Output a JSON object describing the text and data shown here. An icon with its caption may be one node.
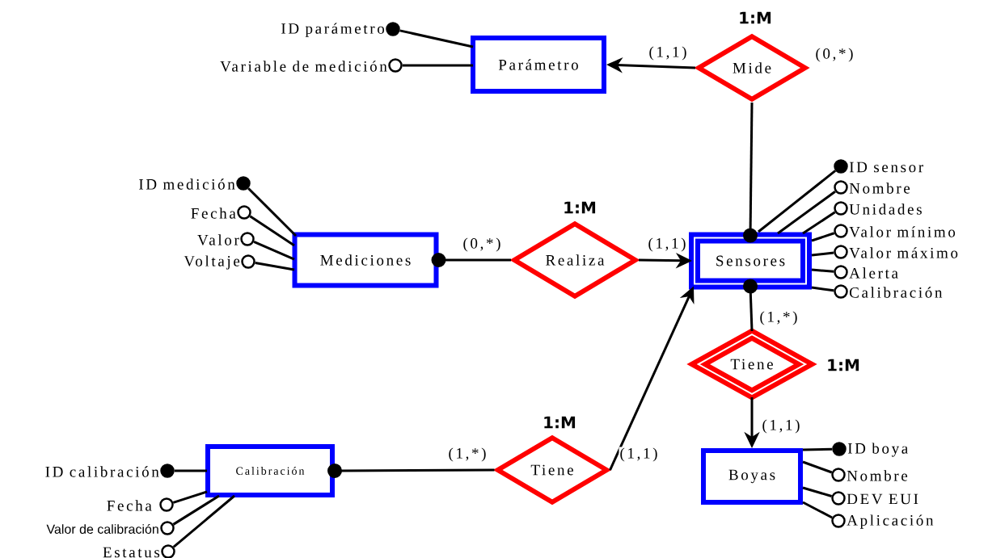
{
  "diagram": {
    "nodes": [
      {
        "text": [],
        "shape": "dot",
        "beside": [
          "ID parámetro"
        ]
      },
      {
        "text": [],
        "shape": "circle",
        "beside": [
          "Variable de medición"
        ]
      },
      {
        "text": [
          "Parámetro"
        ]
      },
      {
        "text": [
          "Mide"
        ],
        "beside": [
          "1:M"
        ]
      },
      {
        "text": [],
        "shape": "dot",
        "beside": [
          "ID medición"
        ]
      },
      {
        "text": [],
        "shape": "circle",
        "beside": [
          "Fecha"
        ]
      },
      {
        "text": [],
        "shape": "circle",
        "beside": [
          "Valor"
        ]
      },
      {
        "text": [],
        "shape": "circle",
        "beside": [
          "Voltaje"
        ]
      },
      {
        "text": [
          "Mediciones"
        ]
      },
      {
        "text": [
          "Realiza"
        ],
        "beside": [
          "1:M"
        ]
      },
      {
        "text": [
          "Sensores"
        ]
      },
      {
        "text": [],
        "shape": "dot",
        "beside": [
          "ID sensor"
        ]
      },
      {
        "text": [],
        "shape": "circle",
        "beside": [
          "Nombre"
        ]
      },
      {
        "text": [],
        "shape": "circle",
        "beside": [
          "Unidades"
        ]
      },
      {
        "text": [],
        "shape": "circle",
        "beside": [
          "Valor mínimo"
        ]
      },
      {
        "text": [],
        "shape": "circle",
        "beside": [
          "Valor máximo"
        ]
      },
      {
        "text": [],
        "shape": "circle",
        "beside": [
          "Alerta"
        ]
      },
      {
        "text": [],
        "shape": "circle",
        "beside": [
          "Calibración"
        ]
      },
      {
        "text": [
          "Tiene"
        ],
        "beside": [
          "1:M"
        ]
      },
      {
        "text": [],
        "shape": "dot",
        "beside": [
          "ID calibración"
        ]
      },
      {
        "text": [],
        "shape": "circle",
        "beside": [
          "Fecha"
        ]
      },
      {
        "text": [],
        "shape": "circle",
        "beside": [
          "Valor de calibración"
        ]
      },
      {
        "text": [],
        "shape": "circle",
        "beside": [
          "Estatus"
        ]
      },
      {
        "text": [
          "Calibración"
        ]
      },
      {
        "text": [
          "Tiene"
        ],
        "beside": [
          "1:M"
        ]
      },
      {
        "text": [
          "Boyas"
        ]
      },
      {
        "text": [],
        "shape": "dot",
        "beside": [
          "ID boya"
        ]
      },
      {
        "text": [],
        "shape": "circle",
        "beside": [
          "Nombre"
        ]
      },
      {
        "text": [],
        "shape": "circle",
        "beside": [
          "DEV EUI"
        ]
      },
      {
        "text": [],
        "shape": "circle",
        "beside": [
          "Aplicación"
        ]
      }
    ],
    "edges": [
      {
        "from": 2,
        "to": 0,
        "arrow": "none"
      },
      {
        "from": 2,
        "to": 1,
        "arrow": "none"
      },
      {
        "from": 3,
        "to": 2,
        "arrow": "to",
        "label": "(1,1)"
      },
      {
        "from": 10,
        "to": 3,
        "arrow": "other",
        "label": "(0,*)"
      },
      {
        "from": 8,
        "to": 4,
        "arrow": "none"
      },
      {
        "from": 8,
        "to": 5,
        "arrow": "none"
      },
      {
        "from": 8,
        "to": 6,
        "arrow": "none"
      },
      {
        "from": 8,
        "to": 7,
        "arrow": "none"
      },
      {
        "from": 8,
        "to": 9,
        "arrow": "other",
        "label": "(0,*)"
      },
      {
        "from": 9,
        "to": 10,
        "arrow": "to",
        "label": "(1,1)"
      },
      {
        "from": 10,
        "to": 11,
        "arrow": "none"
      },
      {
        "from": 10,
        "to": 12,
        "arrow": "none"
      },
      {
        "from": 10,
        "to": 13,
        "arrow": "none"
      },
      {
        "from": 10,
        "to": 14,
        "arrow": "none"
      },
      {
        "from": 10,
        "to": 15,
        "arrow": "none"
      },
      {
        "from": 10,
        "to": 16,
        "arrow": "none"
      },
      {
        "from": 10,
        "to": 17,
        "arrow": "none"
      },
      {
        "from": 10,
        "to": 18,
        "arrow": "other",
        "label": "(1,*)"
      },
      {
        "from": 18,
        "to": 25,
        "arrow": "to",
        "label": "(1,1)"
      },
      {
        "from": 23,
        "to": 19,
        "arrow": "none"
      },
      {
        "from": 23,
        "to": 20,
        "arrow": "none"
      },
      {
        "from": 23,
        "to": 21,
        "arrow": "none"
      },
      {
        "from": 23,
        "to": 22,
        "arrow": "none"
      },
      {
        "from": 23,
        "to": 24,
        "arrow": "other",
        "label": "(1,*)"
      },
      {
        "from": 24,
        "to": 10,
        "arrow": "to",
        "label": "(1,1)"
      },
      {
        "from": 25,
        "to": 26,
        "arrow": "none"
      },
      {
        "from": 25,
        "to": 27,
        "arrow": "none"
      },
      {
        "from": 25,
        "to": 28,
        "arrow": "none"
      },
      {
        "from": 25,
        "to": 29,
        "arrow": "none"
      }
    ]
  }
}
